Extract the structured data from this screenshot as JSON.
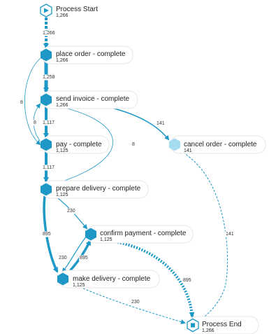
{
  "colors": {
    "primary": "#1e98c7",
    "light": "#a6dcef",
    "label_bg": "#ffffff"
  },
  "nodes": {
    "start": {
      "name": "Process Start",
      "count": "1,266"
    },
    "place_order": {
      "name": "place order - complete",
      "count": "1,266"
    },
    "send_invoice": {
      "name": "send invoice - complete",
      "count": "1,266"
    },
    "pay": {
      "name": "pay - complete",
      "count": "1,125"
    },
    "cancel_order": {
      "name": "cancel order - complete",
      "count": "141"
    },
    "prepare_delivery": {
      "name": "prepare delivery - complete",
      "count": "1,125"
    },
    "confirm_payment": {
      "name": "confirm payment - complete",
      "count": "1,125"
    },
    "make_delivery": {
      "name": "make delivery - complete",
      "count": "1,125"
    },
    "end": {
      "name": "Process End",
      "count": "1,266"
    }
  },
  "edges": {
    "start_place": "1,266",
    "place_invoice": "1,258",
    "place_pay": "8",
    "invoice_pay": "1,117",
    "pay_invoice": "8",
    "invoice_cancel": "141",
    "invoice_prepare": "8",
    "pay_prepare": "1,117",
    "prepare_confirm": "230",
    "prepare_make": "895",
    "confirm_make": "230",
    "make_confirm": "895",
    "confirm_end": "895",
    "make_end": "230",
    "cancel_end": "141"
  }
}
